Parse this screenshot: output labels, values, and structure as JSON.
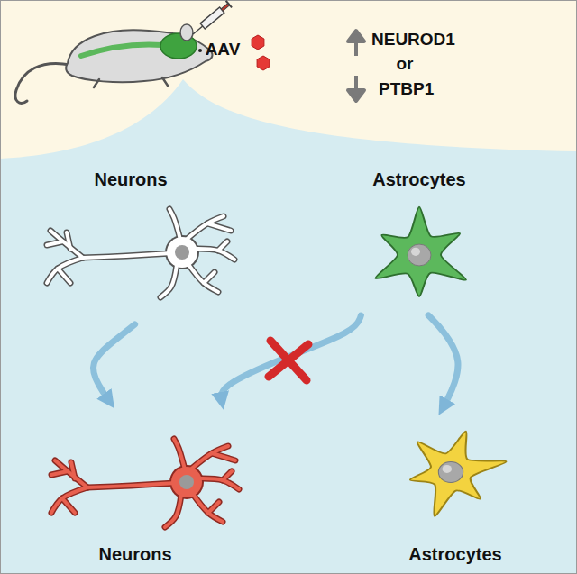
{
  "diagram": {
    "nodes": [
      {
        "text": [
          "Neurons"
        ]
      },
      {
        "text": [
          "Astrocytes"
        ]
      },
      {
        "text": [
          "Neurons"
        ]
      },
      {
        "text": [
          "Astrocytes"
        ]
      }
    ],
    "edges": [
      {
        "from": 0,
        "to": 2,
        "arrow": "to"
      },
      {
        "from": 1,
        "to": 3,
        "arrow": "to"
      },
      {
        "from": 1,
        "to": 2,
        "arrow": "to"
      }
    ],
    "labels": [
      "AAV",
      "NEUROD1",
      "or",
      "PTBP1"
    ]
  }
}
